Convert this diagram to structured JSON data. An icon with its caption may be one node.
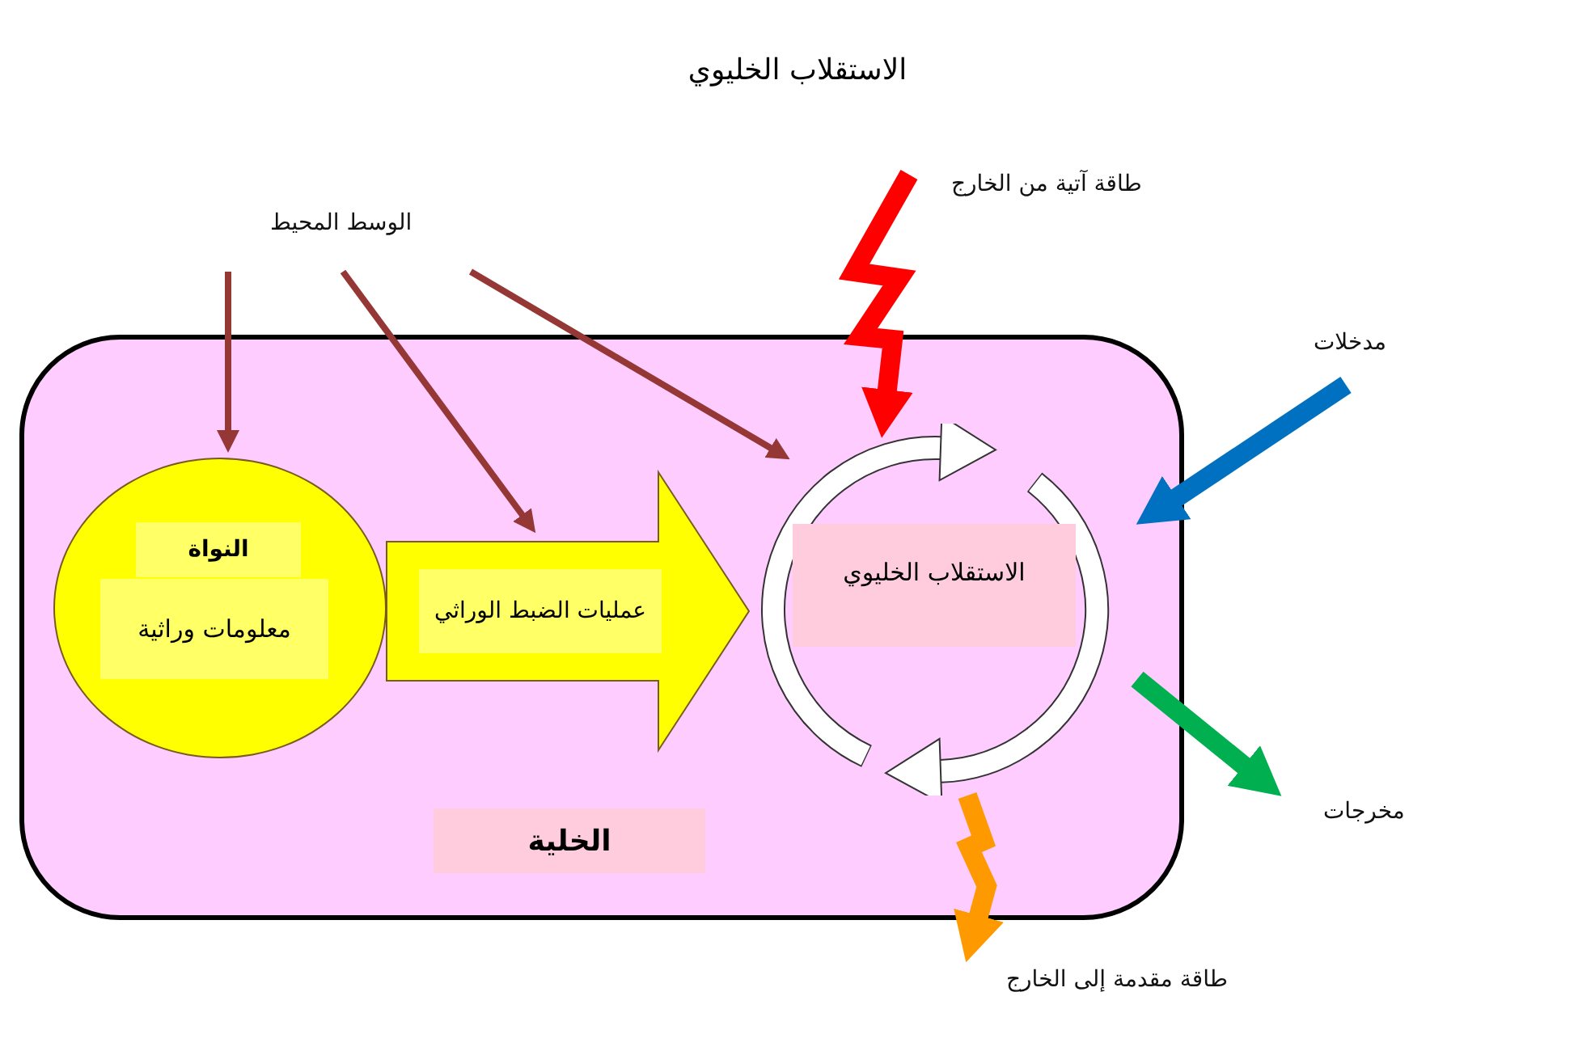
{
  "diagram": {
    "title": "الاستقلاب الخليوي",
    "nodes": [
      {
        "text": [
          "الخلية"
        ]
      },
      {
        "text": [
          "النواة",
          "معلومات وراثية"
        ],
        "in": 0
      },
      {
        "text": [
          "الاستقلاب الخليوي"
        ],
        "in": 0
      },
      {
        "text": [
          "الوسط المحيط"
        ]
      },
      {
        "text": [
          "طاقة آتية من الخارج"
        ]
      },
      {
        "text": [
          "مدخلات"
        ]
      },
      {
        "text": [
          "مخرجات"
        ]
      },
      {
        "text": [
          "طاقة مقدمة إلى الخارج"
        ]
      }
    ],
    "edges": [
      {
        "from": 1,
        "to": 2,
        "arrow": "to",
        "label": "عمليات الضبط الوراثي",
        "color": "#ffff00"
      },
      {
        "from": 3,
        "to": 1,
        "arrow": "to"
      },
      {
        "from": 3,
        "to": null,
        "arrow": "to"
      },
      {
        "from": 3,
        "to": 2,
        "arrow": "to"
      },
      {
        "from": 4,
        "to": 2,
        "arrow": "to",
        "color": "#ff0000"
      },
      {
        "from": 5,
        "to": 2,
        "arrow": "to",
        "color": "#0070c0"
      },
      {
        "from": 2,
        "to": 6,
        "arrow": "to",
        "color": "#00b050"
      },
      {
        "from": 2,
        "to": 7,
        "arrow": "to",
        "color": "#ff9900"
      }
    ]
  }
}
